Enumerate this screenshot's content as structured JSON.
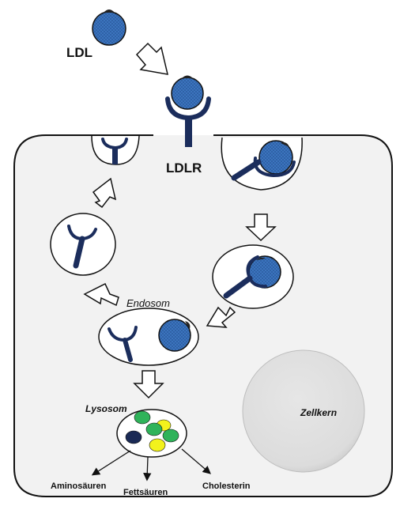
{
  "labels": {
    "ldl": "LDL",
    "ldlr": "LDLR",
    "endosom": "Endosom",
    "lysosom": "Lysosom",
    "zellkern": "Zellkern",
    "aminosaeuren": "Aminosäuren",
    "fettsaeuren": "Fettsäuren",
    "cholesterin": "Cholesterin"
  },
  "colors": {
    "ldl_fill": "#3e78c2",
    "receptor": "#1b2d5c",
    "cell_fill": "#f2f2f2",
    "nucleus_fill": "#e0e0e0",
    "lysosome_green": "#2fb35a",
    "lysosome_yellow": "#f2f21c",
    "lysosome_navy": "#1a2a55"
  }
}
